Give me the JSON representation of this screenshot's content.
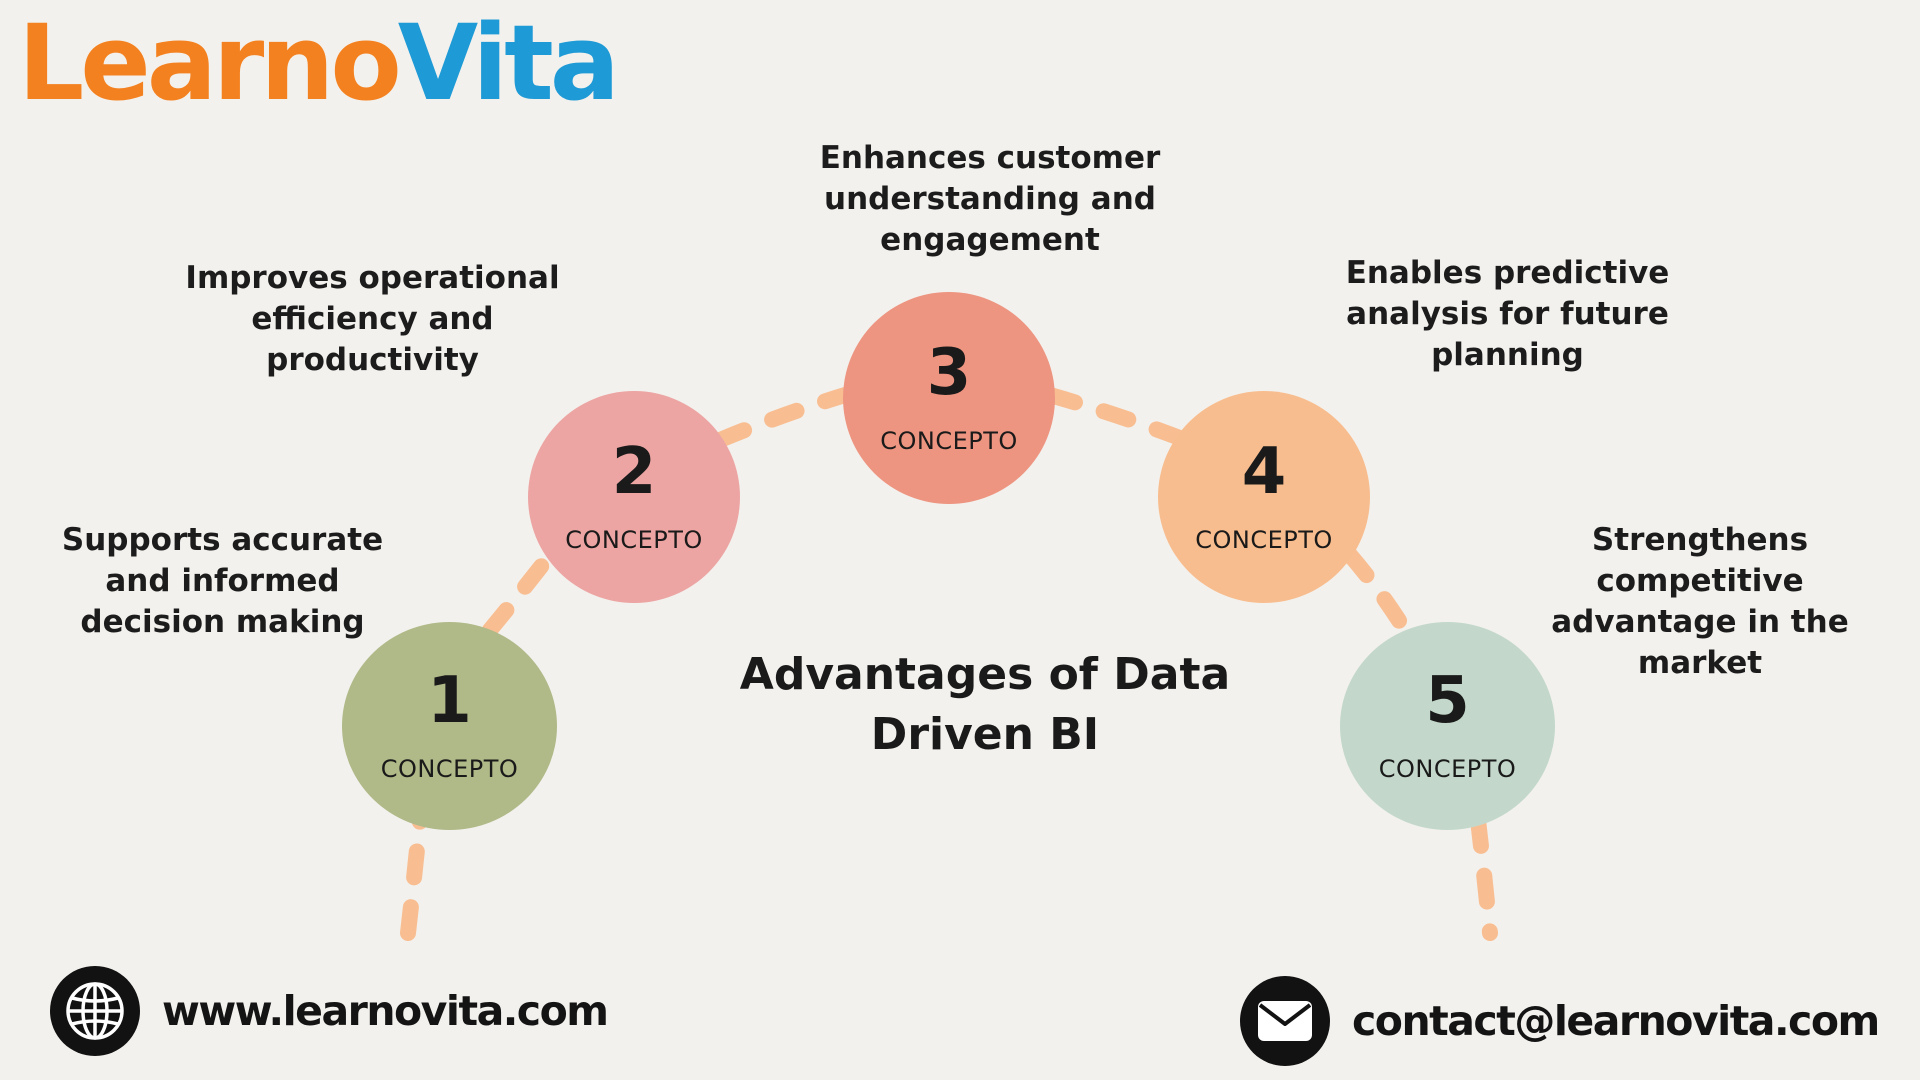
{
  "brand": {
    "logo_part_a": "Learno",
    "logo_part_b": "Vita"
  },
  "title": "Advantages of Data Driven BI",
  "steps": [
    {
      "number": "1",
      "label": "CONCEPTO",
      "description": "Supports accurate and informed decision making",
      "color": "#b0b988"
    },
    {
      "number": "2",
      "label": "CONCEPTO",
      "description": "Improves operational efficiency and productivity",
      "color": "#eca5a3"
    },
    {
      "number": "3",
      "label": "CONCEPTO",
      "description": "Enhances customer understanding and engagement",
      "color": "#ed9581"
    },
    {
      "number": "4",
      "label": "CONCEPTO",
      "description": "Enables predictive analysis for future planning",
      "color": "#f8bd8e"
    },
    {
      "number": "5",
      "label": "CONCEPTO",
      "description": "Strengthens competitive advantage in the market",
      "color": "#c3d8cb"
    }
  ],
  "connector_color": "#f8be92",
  "footer": {
    "website": "www.learnovita.com",
    "email": "contact@learnovita.com",
    "website_icon": "globe-icon",
    "email_icon": "envelope-icon"
  }
}
